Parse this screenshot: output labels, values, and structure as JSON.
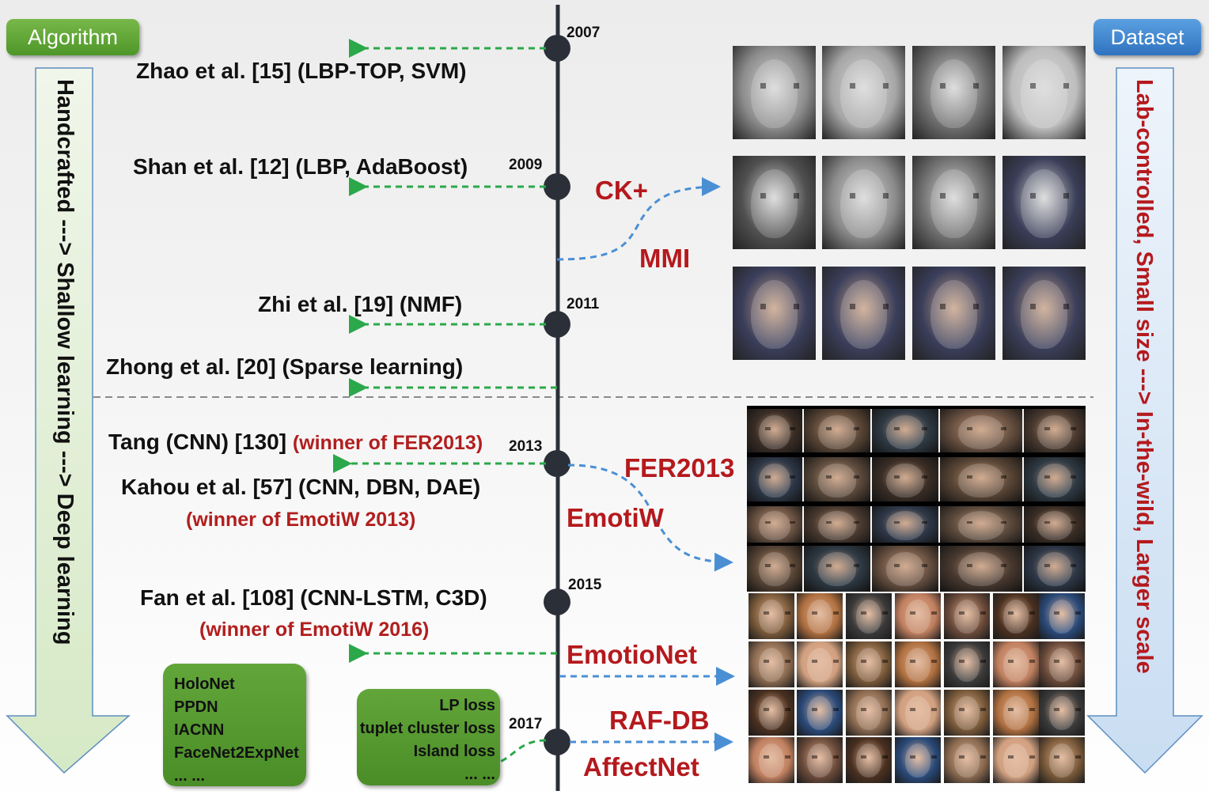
{
  "headers": {
    "algorithm_label": "Algorithm",
    "dataset_label": "Dataset"
  },
  "side_arrows": {
    "left_text": "Handcrafted ---> Shallow learning ---> Deep learning",
    "right_text": "Lab-controlled, Small size ---> In-the-wild, Larger scale"
  },
  "years": [
    "2007",
    "2009",
    "2011",
    "2013",
    "2015",
    "2017"
  ],
  "algorithms": [
    {
      "text": "Zhao et al. [15] (LBP-TOP, SVM)"
    },
    {
      "text": "Shan et al. [12] (LBP, AdaBoost)"
    },
    {
      "text": "Zhi et al. [19] (NMF)"
    },
    {
      "text": "Zhong et al. [20] (Sparse learning)"
    },
    {
      "text": "Tang (CNN) [130]",
      "note": "(winner of FER2013)"
    },
    {
      "text": "Kahou et al. [57] (CNN, DBN, DAE)",
      "note": "(winner of EmotiW 2013)"
    },
    {
      "text": "Fan et al. [108] (CNN-LSTM, C3D)",
      "note": "(winner of EmotiW 2016)"
    }
  ],
  "datasets": [
    "CK+",
    "MMI",
    "FER2013",
    "EmotiW",
    "EmotioNet",
    "RAF-DB",
    "AffectNet"
  ],
  "boxes": {
    "left": [
      "HoloNet",
      "PPDN",
      "IACNN",
      "FaceNet2ExpNet",
      "... ..."
    ],
    "right": [
      "LP loss",
      "tuplet cluster loss",
      "Island loss",
      "... ..."
    ]
  },
  "colors": {
    "timeline": "#2b3038",
    "algo_arrow": "#2aa84a",
    "dataset_arrow": "#4a8fd4",
    "dataset_text": "#b5191d",
    "winner_text": "#b21e1e",
    "green_tag": "#5fa536",
    "blue_tag": "#3b7fcb"
  }
}
